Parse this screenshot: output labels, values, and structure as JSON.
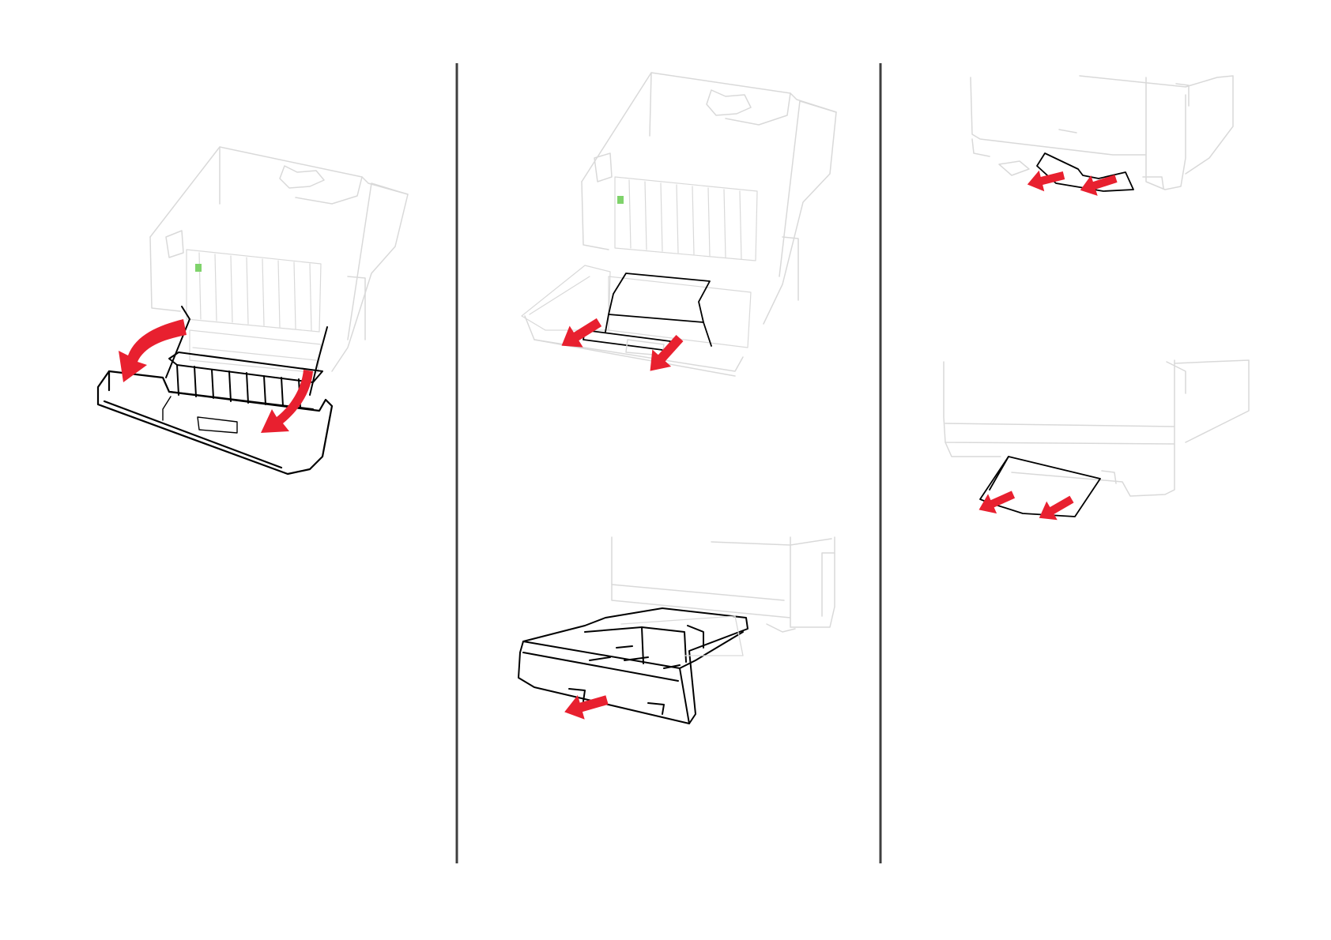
{
  "colors": {
    "background": "#ffffff",
    "column_divider": "#3f3f3f",
    "arrow": "#e8202f",
    "outline": "#000000",
    "ghost": "#d9d9d9",
    "ghost_fill": "#f6f6f6",
    "accent_green": "#7fd36b"
  },
  "illustrations": [
    {
      "name": "open-door-a",
      "icon": "down-arrow-icon"
    },
    {
      "name": "remove-jammed-paper-door",
      "icon": "pull-out-arrow-icon"
    },
    {
      "name": "remove-tray",
      "icon": "pull-out-arrow-icon"
    },
    {
      "name": "remove-jammed-paper-tray-area",
      "icon": "pull-out-arrow-icon"
    },
    {
      "name": "remove-jammed-paper-tray-slot",
      "icon": "pull-out-arrow-icon"
    }
  ]
}
